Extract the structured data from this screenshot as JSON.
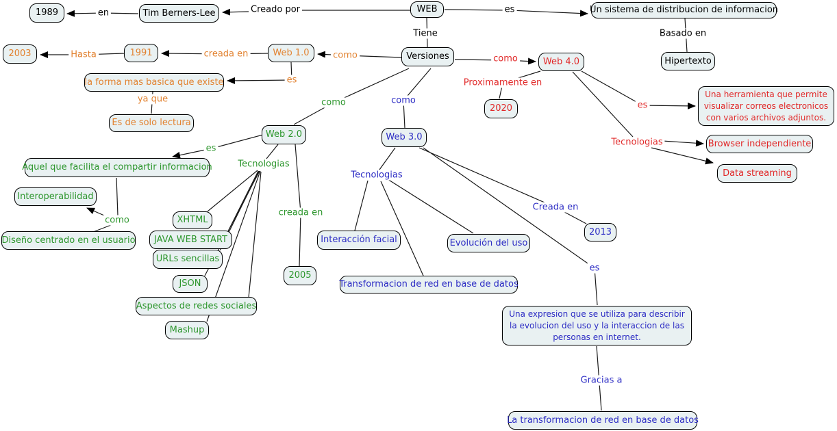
{
  "colors": {
    "black": "#000000",
    "orange": "#E28230",
    "green": "#2D962D",
    "blue": "#2C2CC4",
    "red": "#E12828",
    "node_fill": "#E9F1F2"
  },
  "root": {
    "web": "WEB",
    "creado_por": "Creado por",
    "tim_berners_lee": "Tim Berners-Lee",
    "en": "en",
    "year_1989": "1989",
    "es": "es",
    "sistema": "Un sistema de distribucion de informacion",
    "basado_en": "Basado en",
    "hipertexto": "Hipertexto",
    "tiene": "Tiene",
    "versiones": "Versiones"
  },
  "web1": {
    "como": "como",
    "node": "Web 1.0",
    "creada_en": "creada en",
    "year_1991": "1991",
    "hasta": "Hasta",
    "year_2003": "2003",
    "es": "es",
    "forma_basica": "la forma mas basica que existe",
    "ya_que": "ya que",
    "solo_lectura": "Es de solo lectura"
  },
  "web2": {
    "como": "como",
    "node": "Web 2.0",
    "es": "es",
    "facilita": "Aquel que facilita el compartir informacion",
    "interoperabilidad": "Interoperabilidad",
    "como2": "como",
    "diseno": "Diseño centrado en el usuario",
    "tecnologias": "Tecnologias",
    "xhtml": "XHTML",
    "java_web_start": "JAVA WEB START",
    "urls": "URLs sencillas",
    "json": "JSON",
    "redes": "Aspectos de redes sociales",
    "mashup": "Mashup",
    "creada_en": "creada en",
    "year_2005": "2005"
  },
  "web3": {
    "como": "como",
    "node": "Web 3.0",
    "tecnologias": "Tecnologias",
    "interaccion": "Interacción facial",
    "evolucion": "Evolución del uso",
    "transformacion": "Transformacion de red en base de datos",
    "creada_en": "Creada en",
    "year_2013": "2013",
    "es": "es",
    "expresion": "Una expresion que se utiliza para describir la evolucion del uso y la interaccion de las personas en internet.",
    "gracias_a": "Gracias a",
    "transformacion_red": "La transformacion de red en base de datos"
  },
  "web4": {
    "como": "como",
    "node": "Web 4.0",
    "proximamente": "Proximamente en",
    "year_2020": "2020",
    "es": "es",
    "herramienta": "Una herramienta que permite visualizar correos electronicos con varios archivos adjuntos.",
    "tecnologias": "Tecnologias",
    "browser": "Browser independiente",
    "data_streaming": "Data streaming"
  }
}
